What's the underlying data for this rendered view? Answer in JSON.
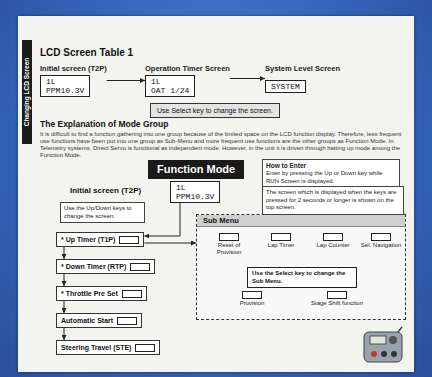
{
  "diagram": {
    "title": "LCD Screen Table 1",
    "nodes": [
      {
        "text": [
          "Initial screen (T2P)",
          "1L",
          "PPM10.3V"
        ]
      },
      {
        "text": [
          "Operation Timer Screen",
          "1L",
          "OAT 1/24"
        ]
      },
      {
        "text": [
          "System Level Screen",
          "SYSTEM"
        ]
      },
      {
        "text": [
          "Use Select key to change the screen."
        ]
      },
      {
        "text": [
          "Function Mode"
        ]
      },
      {
        "text": [
          "How to Enter",
          "Enter by pressing the Up or Down key while RUN Screen is displayed."
        ]
      },
      {
        "text": [
          "1L",
          "PPM10.3V"
        ]
      },
      {
        "text": [
          "Use the Up/Down keys to change the screen."
        ]
      },
      {
        "text": [
          "* Up Timer (T1P)"
        ]
      },
      {
        "text": [
          "* Down Timer (RTP)"
        ]
      },
      {
        "text": [
          "* Throttle Pre Set"
        ]
      },
      {
        "text": [
          "Automatic Start"
        ]
      },
      {
        "text": [
          "Steering Travel (STE)"
        ]
      },
      {
        "text": [
          "Sub Menu"
        ]
      },
      {
        "text": [
          "The screen which is displayed when the keys are pressed for 2 seconds or longer is shown on the top screen."
        ]
      },
      {
        "text": [
          "Reset of Provision"
        ],
        "in": 13
      },
      {
        "text": [
          "Lap Timer"
        ],
        "in": 13
      },
      {
        "text": [
          "Lap Counter"
        ],
        "in": 13
      },
      {
        "text": [
          "Sel. Navigation"
        ],
        "in": 13
      },
      {
        "text": [
          "Use the Select key to change the Sub Menu."
        ],
        "in": 13
      },
      {
        "text": [
          "Provision"
        ],
        "in": 13
      },
      {
        "text": [
          "Stage Shift function"
        ],
        "in": 13
      }
    ],
    "edges": [
      {
        "from": 0,
        "to": 1,
        "arrow": "to"
      },
      {
        "from": 1,
        "to": 2,
        "arrow": "to"
      },
      {
        "from": 6,
        "to": 8,
        "arrow": "to"
      },
      {
        "from": 8,
        "to": 9,
        "arrow": "to"
      },
      {
        "from": 9,
        "to": 10,
        "arrow": "to"
      },
      {
        "from": 10,
        "to": 11,
        "arrow": "to"
      },
      {
        "from": 11,
        "to": 12,
        "arrow": "to"
      },
      {
        "from": 8,
        "to": 13,
        "arrow": "to"
      },
      {
        "from": 15,
        "to": 16,
        "arrow": "to"
      },
      {
        "from": 16,
        "to": 17,
        "arrow": "to"
      },
      {
        "from": 17,
        "to": 18,
        "arrow": "to"
      }
    ],
    "labels": [
      "Changing LCD Screen",
      "The Explanation of Mode Group",
      "It is difficult to find a function gathering into one group because of the limited space on the LCD function display. Therefore, less frequent use functions have been put into one group as Sub-Menu and more frequent use functions are the other groups as Function Mode. In Telemetry systems, Direct Servo is functional as independent mode. However, in the unit it is driven through hatting up mode among the Function Mode.",
      "Initial screen (T2P)"
    ]
  }
}
